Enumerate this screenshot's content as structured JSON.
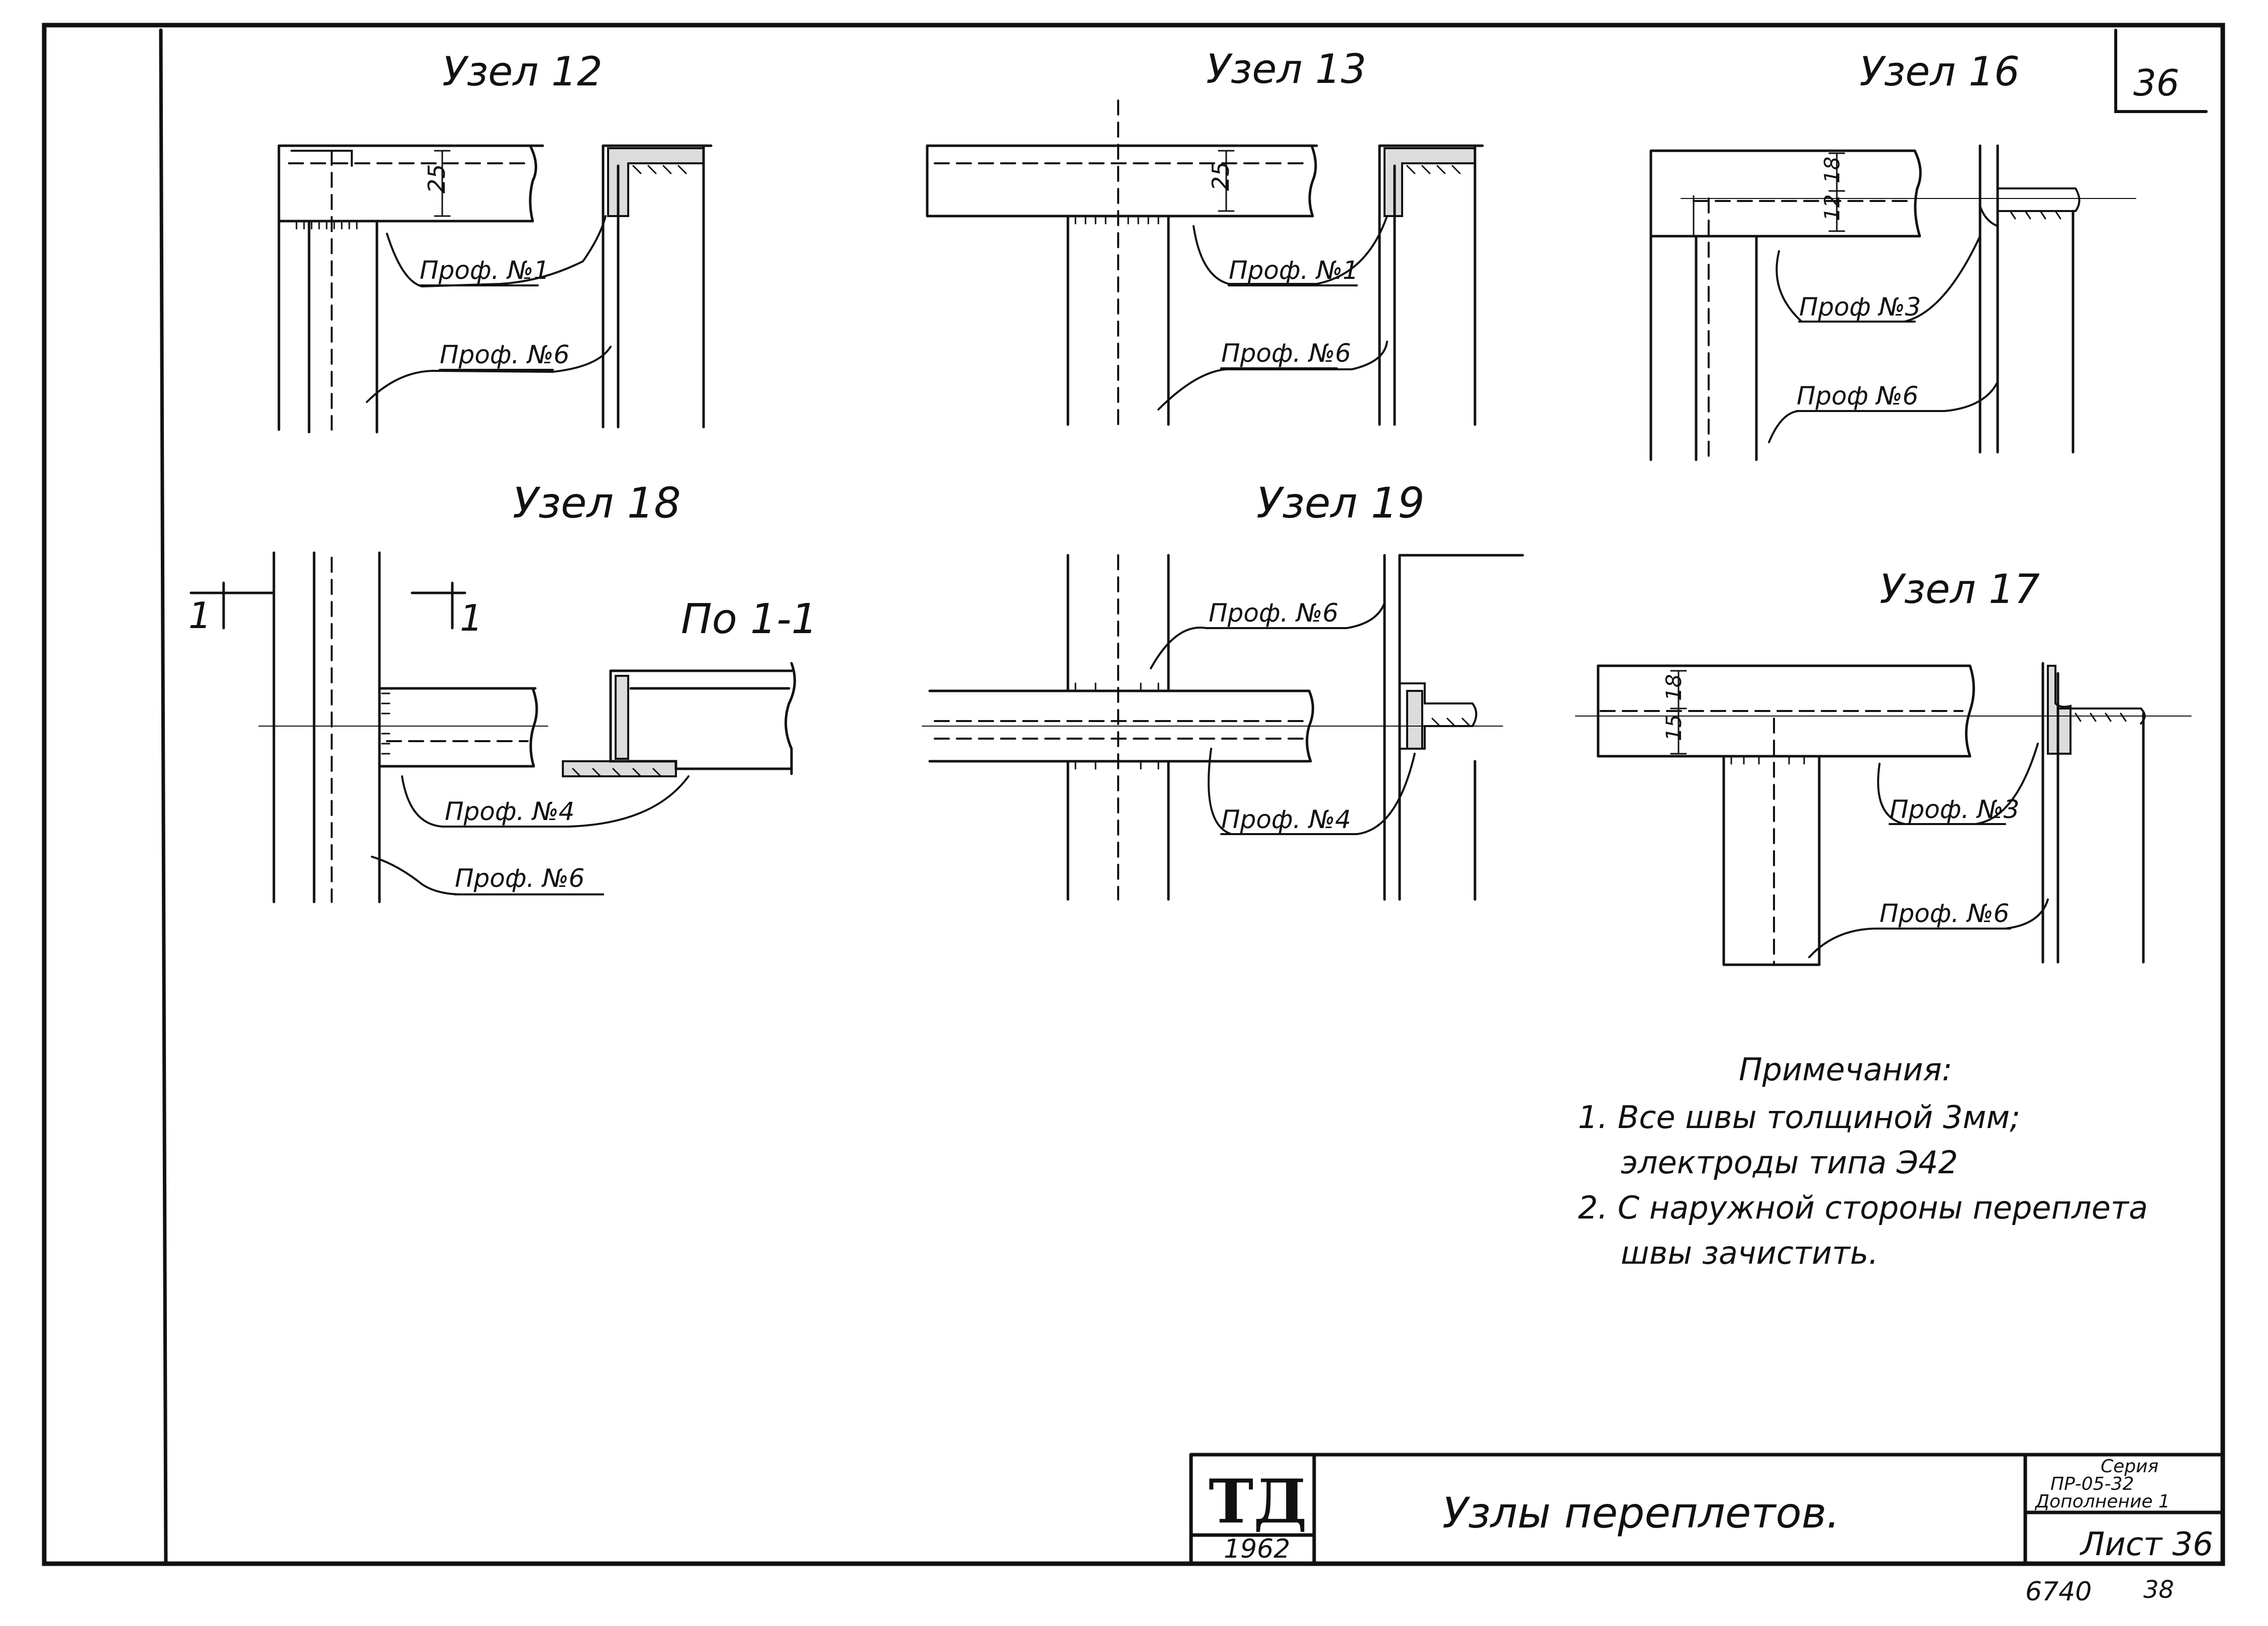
{
  "sheet_number": "36",
  "nodes": {
    "n12": {
      "title": "Узел 12",
      "label_top": "Проф. №1",
      "label_bottom": "Проф. №6",
      "dim": "25"
    },
    "n13": {
      "title": "Узел 13",
      "label_top": "Проф. №1",
      "label_bottom": "Проф. №6",
      "dim": "25"
    },
    "n16": {
      "title": "Узел 16",
      "label_top": "Проф №3",
      "label_bottom": "Проф №6",
      "dim_a": "18",
      "dim_b": "12"
    },
    "n18": {
      "title": "Узел 18",
      "label_top": "Проф. №4",
      "label_bottom": "Проф. №6",
      "section_mark": "1",
      "section_title": "По 1-1"
    },
    "n19": {
      "title": "Узел 19",
      "label_top": "Проф. №6",
      "label_bottom": "Проф. №4"
    },
    "n17": {
      "title": "Узел 17",
      "label_top": "Проф. №3",
      "label_bottom": "Проф. №6",
      "dim_a": "18",
      "dim_b": "15"
    }
  },
  "notes": {
    "heading": "Примечания:",
    "line1": "1. Все швы толщиной 3мм;",
    "line2": "электроды типа Э42",
    "line3": "2. С наружной стороны переплета",
    "line4": "швы зачистить."
  },
  "title_block": {
    "logo": "ТД",
    "year": "1962",
    "title": "Узлы переплетов.",
    "series_1": "Серия",
    "series_2": "ПР-05-32",
    "series_3": "Дополнение 1",
    "sheet_label": "Лист 36"
  },
  "footer": {
    "number_left": "6740",
    "number_right": "38"
  }
}
